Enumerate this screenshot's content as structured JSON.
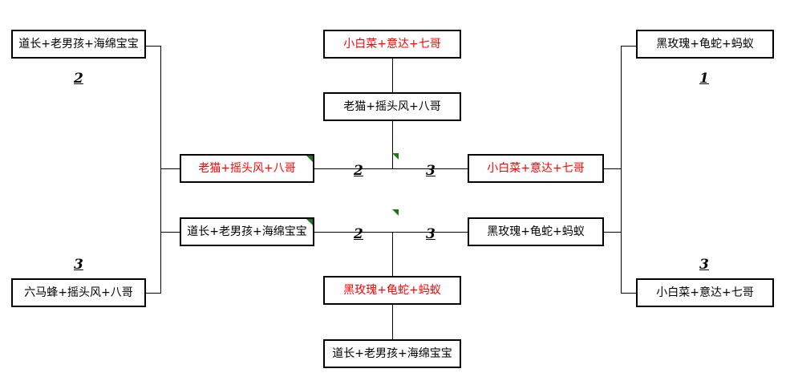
{
  "diagram": {
    "type": "double-elimination-bracket",
    "colors": {
      "box_border": "#000000",
      "background": "#ffffff",
      "highlight_text": "#ff0000",
      "normal_text": "#000000",
      "marker": "#1a7a1a"
    }
  },
  "left_column": {
    "top_team": "道长+老男孩+海绵宝宝",
    "top_score": "2",
    "bottom_score": "3",
    "bottom_team": "六马蜂+摇头风+八哥"
  },
  "left_inner": {
    "upper_team": "老猫+摇头风+八哥",
    "lower_team": "道长+老男孩+海绵宝宝"
  },
  "center_column": {
    "top_team": "小白菜+意达+七哥",
    "upper_mid_team": "老猫+摇头风+八哥",
    "lower_mid_team": "黑玫瑰+龟蛇+蚂蚁",
    "bottom_team": "道长+老男孩+海绵宝宝"
  },
  "matches": {
    "upper": {
      "left_score": "2",
      "right_score": "3"
    },
    "lower": {
      "left_score": "2",
      "right_score": "3"
    }
  },
  "right_inner": {
    "upper_team": "小白菜+意达+七哥",
    "lower_team": "黑玫瑰+龟蛇+蚂蚁"
  },
  "right_column": {
    "top_team": "黑玫瑰+龟蛇+蚂蚁",
    "top_score": "1",
    "bottom_score": "3",
    "bottom_team": "小白菜+意达+七哥"
  }
}
